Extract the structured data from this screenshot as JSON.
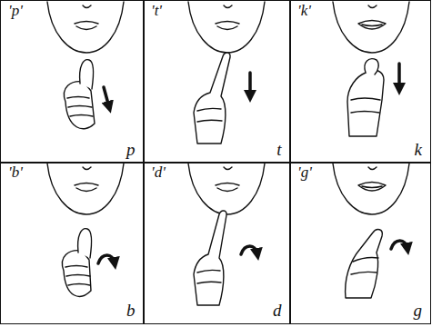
{
  "diagram": {
    "nodes": [
      {
        "text": [
          "'p'",
          "p"
        ]
      },
      {
        "text": [
          "'t'",
          "t"
        ]
      },
      {
        "text": [
          "'k'",
          "k"
        ]
      },
      {
        "text": [
          "'b'",
          "b"
        ]
      },
      {
        "text": [
          "'d'",
          "d"
        ]
      },
      {
        "text": [
          "'g'",
          "g"
        ]
      }
    ]
  }
}
